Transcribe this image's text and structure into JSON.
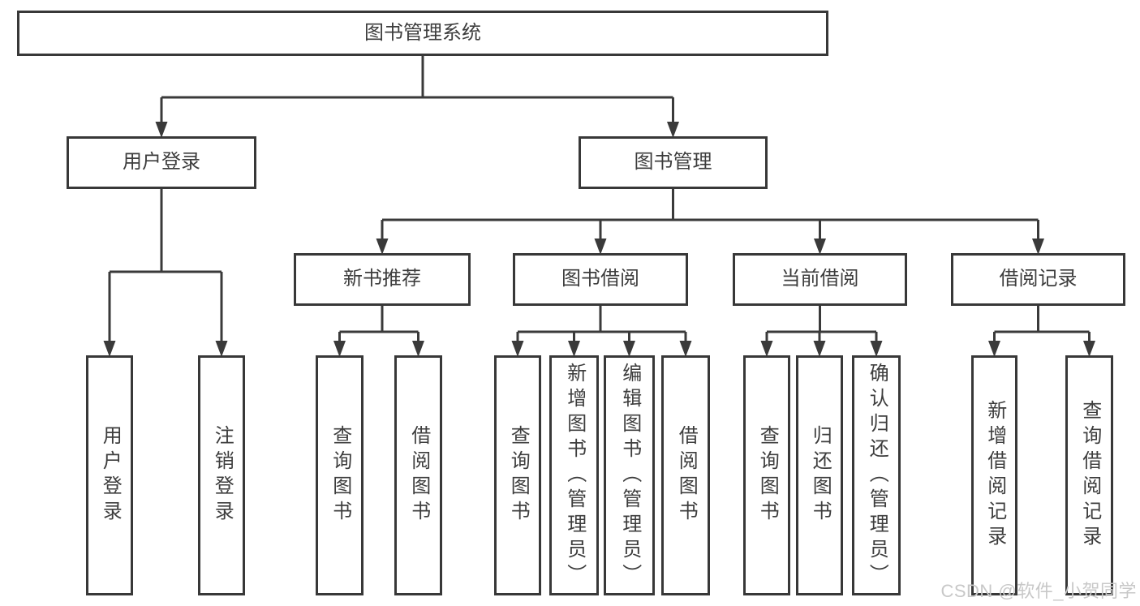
{
  "colors": {
    "line": "#3a3a3a",
    "box_border": "#383838",
    "box_fill": "#ffffff",
    "text": "#3d3d3d",
    "watermark": "#c8c8c8",
    "background": "#ffffff"
  },
  "watermark": {
    "text": "CSDN @软件_小贺同学"
  },
  "tree": {
    "id": "root",
    "label": "图书管理系统",
    "children": [
      {
        "id": "login",
        "label": "用户登录",
        "children": [
          {
            "id": "login-user",
            "label": "用户登录"
          },
          {
            "id": "login-logout",
            "label": "注销登录"
          }
        ]
      },
      {
        "id": "mgmt",
        "label": "图书管理",
        "children": [
          {
            "id": "rec",
            "label": "新书推荐",
            "children": [
              {
                "id": "rec-query",
                "label": "查询图书"
              },
              {
                "id": "rec-borrow",
                "label": "借阅图书"
              }
            ]
          },
          {
            "id": "borrow",
            "label": "图书借阅",
            "children": [
              {
                "id": "borrow-query",
                "label": "查询图书"
              },
              {
                "id": "borrow-add",
                "label": "新增图书（管理员）"
              },
              {
                "id": "borrow-edit",
                "label": "编辑图书（管理员）"
              },
              {
                "id": "borrow-borrow",
                "label": "借阅图书"
              }
            ]
          },
          {
            "id": "current",
            "label": "当前借阅",
            "children": [
              {
                "id": "cur-query",
                "label": "查询图书"
              },
              {
                "id": "cur-return",
                "label": "归还图书"
              },
              {
                "id": "cur-confirm",
                "label": "确认归还（管理员）"
              }
            ]
          },
          {
            "id": "records",
            "label": "借阅记录",
            "children": [
              {
                "id": "recs-add",
                "label": "新增借阅记录"
              },
              {
                "id": "recs-query",
                "label": "查询借阅记录"
              }
            ]
          }
        ]
      }
    ]
  }
}
